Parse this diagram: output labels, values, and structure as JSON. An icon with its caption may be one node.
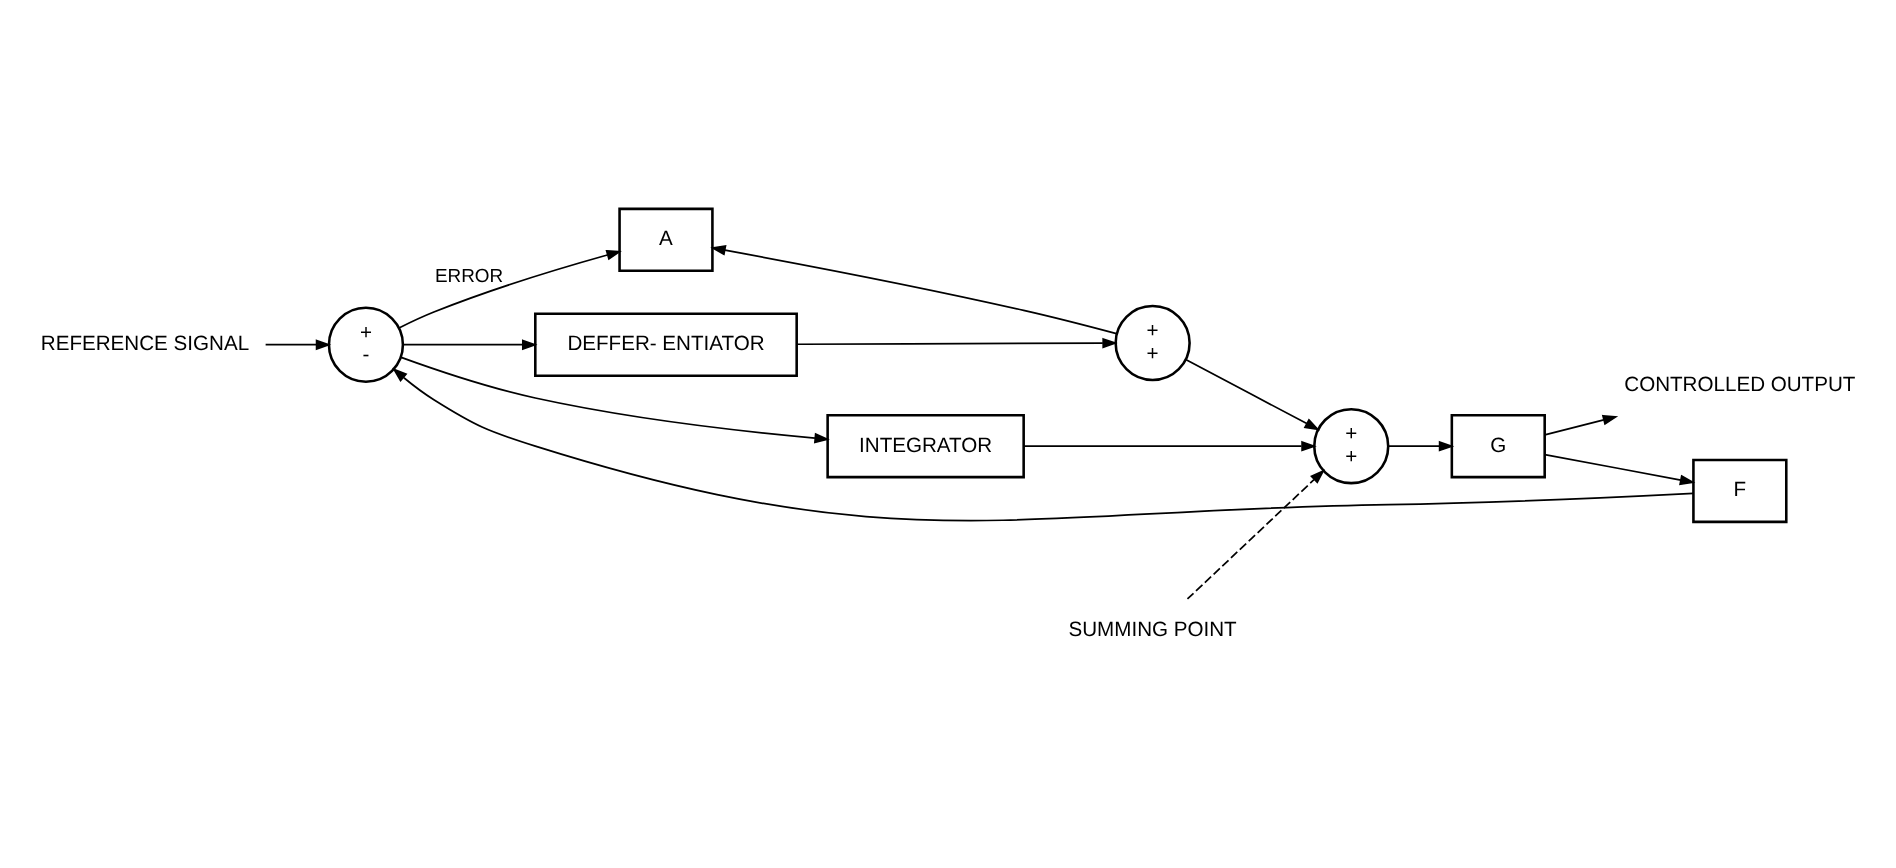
{
  "diagram": {
    "nodes": [
      {
        "text": [
          "REFERENCE SIGNAL"
        ]
      },
      {
        "text": [
          "+",
          "-"
        ]
      },
      {
        "text": [
          "A"
        ]
      },
      {
        "text": [
          "+",
          "+"
        ]
      },
      {
        "text": [
          "+",
          "+"
        ]
      },
      {
        "text": [
          "G"
        ]
      },
      {
        "text": [
          "CONTROLLED OUTPUT"
        ]
      },
      {
        "text": [
          "DEFFER- ENTIATOR"
        ]
      },
      {
        "text": [
          "INTEGRATOR"
        ]
      },
      {
        "text": [
          "F"
        ]
      },
      {
        "text": [
          "SUMMING POINT"
        ]
      }
    ],
    "edges": [
      {
        "from": 0,
        "to": 1,
        "arrow": "to"
      },
      {
        "from": 1,
        "to": 2,
        "arrow": "to",
        "label": "ERROR"
      },
      {
        "from": 1,
        "to": 7,
        "arrow": "to"
      },
      {
        "from": 1,
        "to": 8,
        "arrow": "to"
      },
      {
        "from": 3,
        "to": 2,
        "arrow": "to"
      },
      {
        "from": 7,
        "to": 3,
        "arrow": "to"
      },
      {
        "from": 3,
        "to": 4,
        "arrow": "to"
      },
      {
        "from": 8,
        "to": 4,
        "arrow": "to"
      },
      {
        "from": 4,
        "to": 5,
        "arrow": "to"
      },
      {
        "from": 5,
        "to": 6,
        "arrow": "to"
      },
      {
        "from": 5,
        "to": 9,
        "arrow": "to"
      },
      {
        "from": 9,
        "to": 1,
        "arrow": "to"
      },
      {
        "from": 10,
        "to": 4,
        "arrow": "to",
        "style": "dashed"
      }
    ]
  }
}
